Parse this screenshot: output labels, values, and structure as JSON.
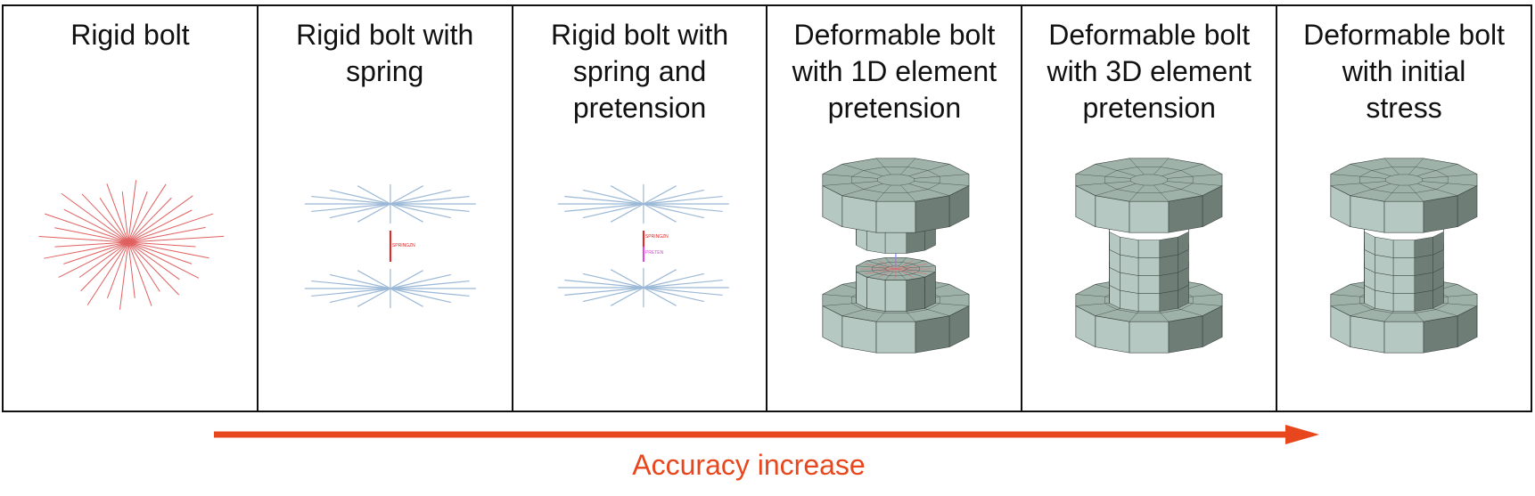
{
  "panels": [
    {
      "title": "Rigid bolt",
      "kind": "rigid"
    },
    {
      "title": "Rigid bolt with\nspring",
      "kind": "spring",
      "spring_label": "SPRINGZN"
    },
    {
      "title": "Rigid bolt with\nspring and\npretension",
      "kind": "spring-pretension",
      "spring_label": "SPRINGZN",
      "pretension_label": "PRETEN"
    },
    {
      "title": "Deformable bolt\nwith 1D element\npretension",
      "kind": "bolt-1d"
    },
    {
      "title": "Deformable bolt\nwith 3D element\npretension",
      "kind": "bolt-3d"
    },
    {
      "title": "Deformable bolt\nwith initial\nstress",
      "kind": "bolt-initial-stress"
    }
  ],
  "arrow": {
    "label": "Accuracy increase",
    "color": "#e8461c"
  },
  "colors": {
    "rigid": "#e06060",
    "spoke": "#9bb8d6",
    "spring": "#e02020",
    "pretension": "#e040e0",
    "mesh_top": "#9fb2aa",
    "mesh_front": "#b5c8c1",
    "mesh_side": "#6f7d77",
    "mesh_edge": "#3a4440"
  }
}
